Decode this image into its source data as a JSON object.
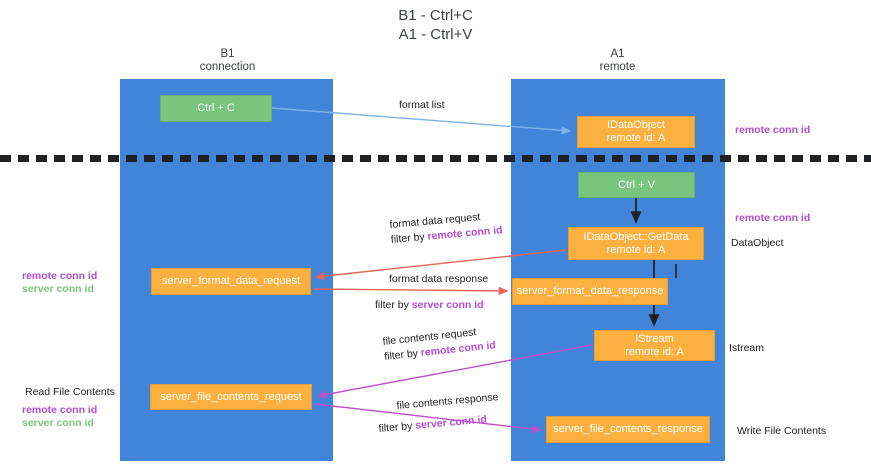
{
  "title": "B1 - Ctrl+C\nA1 - Ctrl+V",
  "lanes": [
    {
      "name": "b1",
      "label": "B1\nconnection",
      "color": "#4285d8"
    },
    {
      "name": "a1",
      "label": "A1\nremote",
      "color": "#4285d8"
    }
  ],
  "colors": {
    "lane": "#4285d8",
    "green_box": "#78c57e",
    "orange_box": "#fbb040",
    "purple_text": "#b24fd1",
    "green_text": "#7bc47f",
    "arrow_blue": "#7fb3e8",
    "arrow_red": "#e8645a",
    "arrow_magenta": "#bb4fcc",
    "arrow_black": "#202124",
    "divider": "#202124"
  },
  "boxes": {
    "ctrl_c": "Ctrl + C",
    "idataobject": "IDataObject\nremote id: A",
    "ctrl_v": "Ctrl + V",
    "getdata": "IDataObject::GetData\nremote id: A",
    "server_format_data_request": "server_format_data_request",
    "server_format_data_response": "server_format_data_response",
    "istream": "IStream\nremote id: A",
    "server_file_contents_request": "server_file_contents_request",
    "server_file_contents_response": "server_file_contents_response"
  },
  "edge_labels": {
    "format_list": "format list",
    "format_data_request": "format data request",
    "format_data_request_filter_prefix": "filter by ",
    "format_data_request_filter_key": "remote conn id",
    "format_data_response": "format data response",
    "format_data_response_filter_prefix": "filter by ",
    "format_data_response_filter_key": "server conn id",
    "file_contents_request": "file contents request",
    "file_contents_request_filter_prefix": "filter by ",
    "file_contents_request_filter_key": "remote conn id",
    "file_contents_response": "file contents response",
    "file_contents_response_filter_prefix": "filter by ",
    "file_contents_response_filter_key": "server conn id"
  },
  "side_labels": {
    "right_remote_conn_id_top": "remote conn id",
    "right_remote_conn_id_mid": "remote conn id",
    "right_dataobject": "DataObject",
    "right_istream": "Istream",
    "right_write_file_contents": "Write File Contents",
    "left_remote_conn_id": "remote conn id",
    "left_server_conn_id": "server conn id",
    "left_read_file_contents": "Read File Contents",
    "left_remote_conn_id_2": "remote conn id",
    "left_server_conn_id_2": "server conn id"
  }
}
